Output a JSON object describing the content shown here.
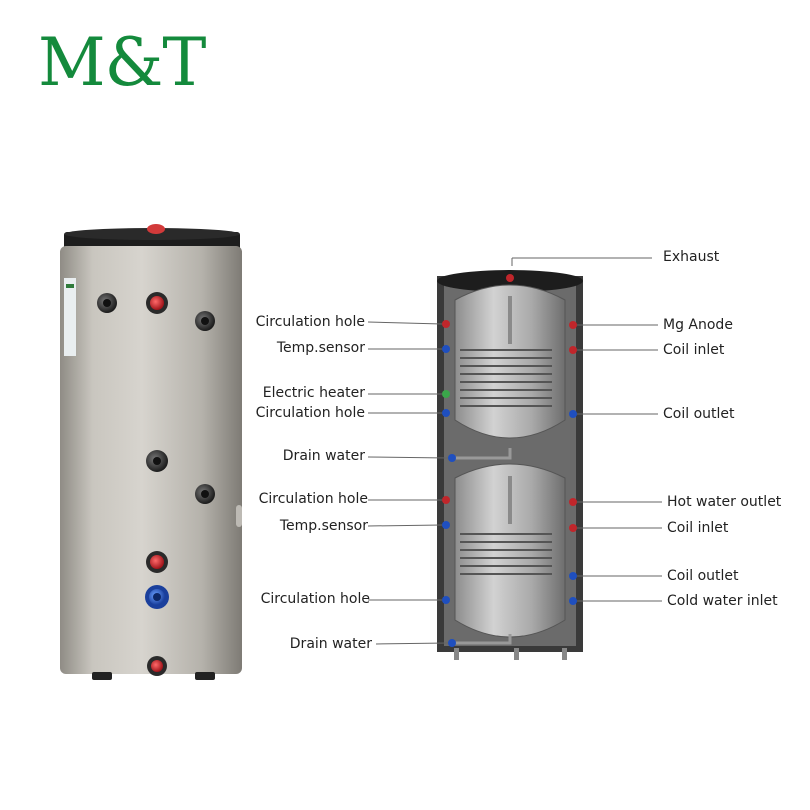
{
  "brand": {
    "name": "M&T",
    "color": "#148a3c"
  },
  "diagram": {
    "top_label": "Exhaust",
    "left_labels": [
      "Circulation hole",
      "Temp.sensor",
      "Electric heater",
      "Circulation hole",
      "Drain water",
      "Circulation hole",
      "Temp.sensor",
      "Circulation hole",
      "Drain water"
    ],
    "right_labels": [
      "Mg Anode",
      "Coil inlet",
      "Coil outlet",
      "Hot water outlet",
      "Coil inlet",
      "Coil outlet",
      "Cold water inlet"
    ]
  },
  "colors": {
    "hot_port": "#c0262b",
    "cold_port": "#1f4fbf",
    "heater_port": "#3aa64a",
    "tank_body": "#b7b4ad",
    "tank_cap": "#1d1d1d"
  }
}
